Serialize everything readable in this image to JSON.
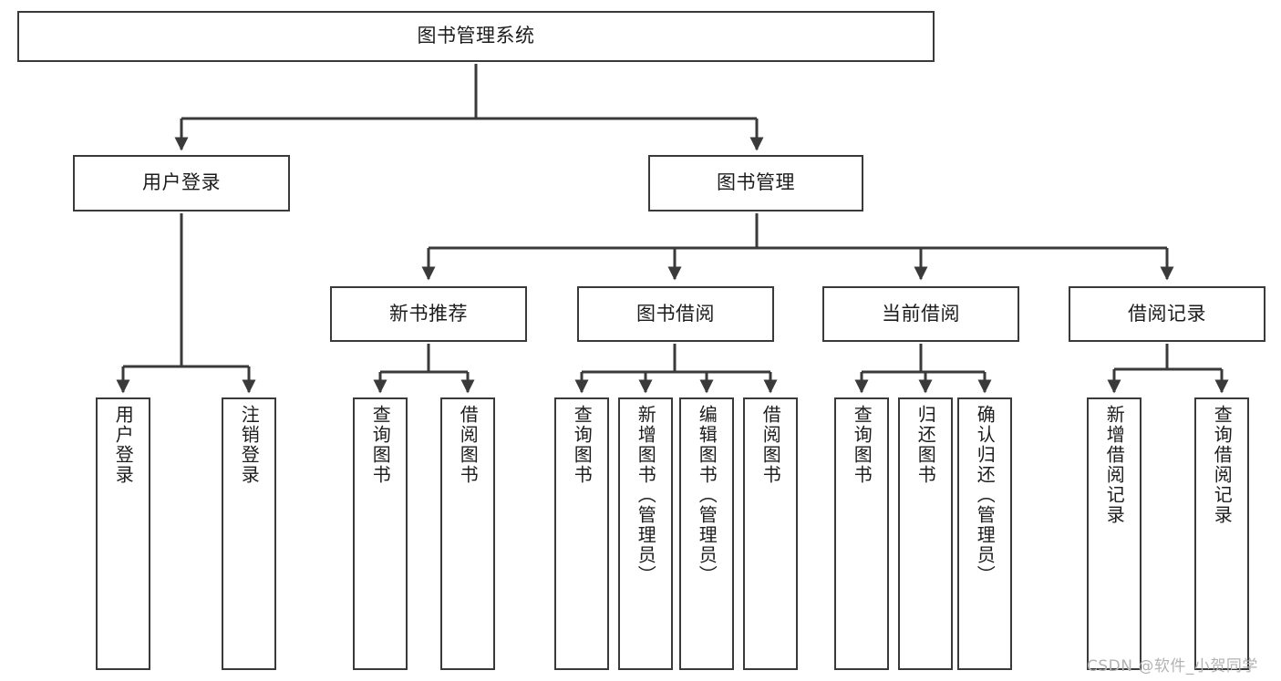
{
  "diagram": {
    "title": "图书管理系统",
    "type": "hierarchy-tree",
    "levels": 4,
    "colors": {
      "box_border": "#3a3a3a",
      "box_fill": "#ffffff",
      "connector": "#3a3a3a",
      "text": "#1c1c1c",
      "watermark": "#b3b3b3",
      "background": "#ffffff"
    }
  },
  "root": {
    "label": "图书管理系统"
  },
  "level2": [
    {
      "label": "用户登录"
    },
    {
      "label": "图书管理"
    }
  ],
  "level3": [
    {
      "label": "新书推荐"
    },
    {
      "label": "图书借阅"
    },
    {
      "label": "当前借阅"
    },
    {
      "label": "借阅记录"
    }
  ],
  "leaves": {
    "user_login": [
      {
        "label": "用户登录"
      },
      {
        "label": "注销登录"
      }
    ],
    "new_book_recommend": [
      {
        "label": "查询图书"
      },
      {
        "label": "借阅图书"
      }
    ],
    "book_borrow": [
      {
        "label": "查询图书"
      },
      {
        "label": "新增图书（管理员）"
      },
      {
        "label": "编辑图书（管理员）"
      },
      {
        "label": "借阅图书"
      }
    ],
    "current_borrow": [
      {
        "label": "查询图书"
      },
      {
        "label": "归还图书"
      },
      {
        "label": "确认归还（管理员）"
      }
    ],
    "borrow_record": [
      {
        "label": "新增借阅记录"
      },
      {
        "label": "查询借阅记录"
      }
    ]
  },
  "watermark": {
    "text": "CSDN @软件_小贺同学"
  }
}
